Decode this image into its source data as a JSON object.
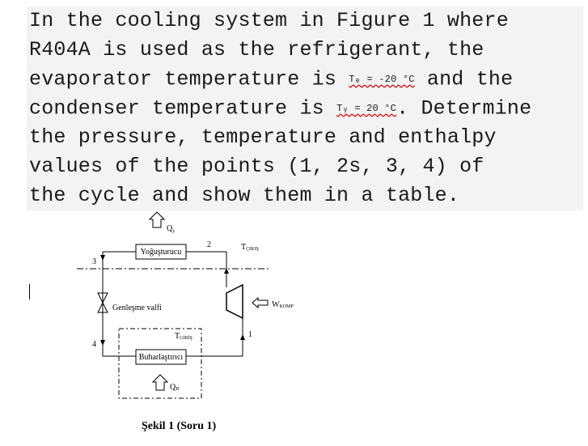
{
  "question": {
    "line1": "In the cooling system in Figure 1 where",
    "line2": "R404A is used as the refrigerant, the",
    "line3_pre": "evaporator temperature is ",
    "line3_value": "Tₑ = -20 °C",
    "line3_post": " and the",
    "line4_pre": "condenser temperature is ",
    "line4_value": "Tᵧ = 20 °C",
    "line4_post": ". Determine",
    "line5": "the pressure, temperature and enthalpy",
    "line6": "values of the points (1, 2s, 3, 4) of",
    "line7": "the cycle and show them in a table."
  },
  "figure": {
    "qy": "Q",
    "qy_sub": "y",
    "point2": "2",
    "tcikis": "T",
    "tcikis_sub": "ÇIKIŞ",
    "condenser": "Yoğuşturucu",
    "point3": "3",
    "valve": "Genleşme valfi",
    "wkomp": "W",
    "wkomp_sub": "KOMP",
    "point4": "4",
    "tgiris": "T",
    "tgiris_sub": "GİRİŞ",
    "point1": "1",
    "evaporator": "Buharlaştırıcı",
    "qb": "Q",
    "qb_sub": "B",
    "caption": "Şekil 1 (Soru 1)"
  }
}
